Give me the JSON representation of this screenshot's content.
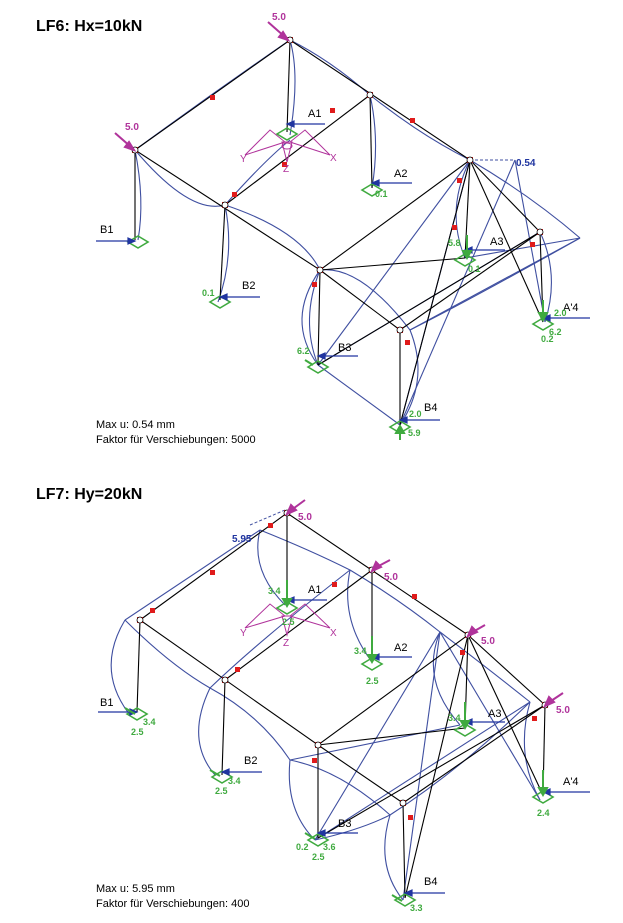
{
  "lf6": {
    "title": "LF6: Hx=10kN",
    "max_u": "Max u: 0.54 mm",
    "factor": "Faktor für Verschiebungen: 5000",
    "loads": [
      "5.0",
      "5.0"
    ],
    "max_label": "0.54",
    "supports": [
      "A1",
      "A2",
      "A3",
      "A'4",
      "B1",
      "B2",
      "B3",
      "B4"
    ],
    "values": [
      "0.1",
      "0.1",
      "5.8",
      "0.1",
      "2.0",
      "6.2",
      "0.2",
      "6.2",
      "5.9",
      "2.0"
    ],
    "axes": [
      "Y",
      "Z",
      "X"
    ]
  },
  "lf7": {
    "title": "LF7: Hy=20kN",
    "max_u": "Max u: 5.95 mm",
    "factor": "Faktor für Verschiebungen: 400",
    "loads": [
      "5.0",
      "5.0",
      "5.0",
      "5.0"
    ],
    "max_label": "5.95",
    "supports": [
      "A1",
      "A2",
      "A3",
      "A'4",
      "B1",
      "B2",
      "B3",
      "B4"
    ],
    "values": [
      "3.4",
      "2.5",
      "3.4",
      "2.5",
      "3.4",
      "2.5",
      "3.4",
      "2.5",
      "3.6",
      "2.5",
      "0.2",
      "3.4",
      "2.4",
      "3.3"
    ],
    "axes": [
      "Y",
      "Z",
      "X"
    ]
  },
  "colors": {
    "frame": "#000000",
    "deformed": "#3f4fa0",
    "support": "#3faa3f",
    "load": "#b0339b",
    "node": "#e01b1b",
    "reaction": "#2035a0"
  }
}
